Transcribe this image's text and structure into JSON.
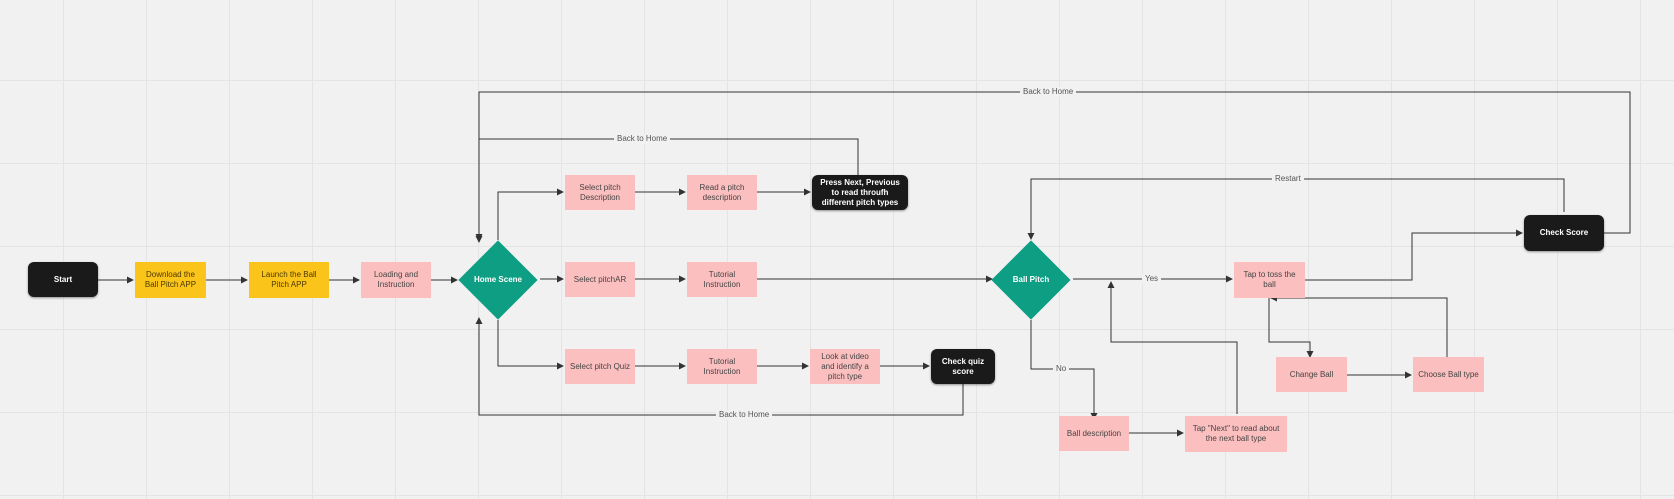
{
  "nodes": {
    "start": "Start",
    "download": "Download the Ball Pitch APP",
    "launch": "Launch the Ball Pitch APP",
    "loading": "Loading and Instruction",
    "home": "Home Scene",
    "select_desc": "Select pitch Description",
    "read_desc": "Read a pitch description",
    "press_next": "Press Next, Previous to read throufh different pitch types",
    "select_ar": "Select pitchAR",
    "tutorial_ar": "Tutorial Instruction",
    "select_quiz": "Select pitch Quiz",
    "tutorial_quiz": "Tutorial Instruction",
    "look_video": "Look at video and identify a pitch type",
    "check_quiz": "Check quiz score",
    "ball_pitch": "Ball Pitch",
    "tap_toss": "Tap to toss the ball",
    "check_score": "Check Score",
    "change_ball": "Change Ball",
    "choose_ball": "Choose Ball type",
    "ball_desc": "Ball description",
    "tap_next": "Tap \"Next\" to read about the next ball type"
  },
  "edge_labels": {
    "back_home_top": "Back to Home",
    "back_home_mid": "Back to Home",
    "back_home_bottom": "Back to Home",
    "restart": "Restart",
    "yes": "Yes",
    "no": "No"
  },
  "colors": {
    "start_end": "#1a1a1a",
    "setup_step": "#fbc41b",
    "process_step": "#fcbfbf",
    "decision": "#0d9e83",
    "connector": "#333333"
  }
}
